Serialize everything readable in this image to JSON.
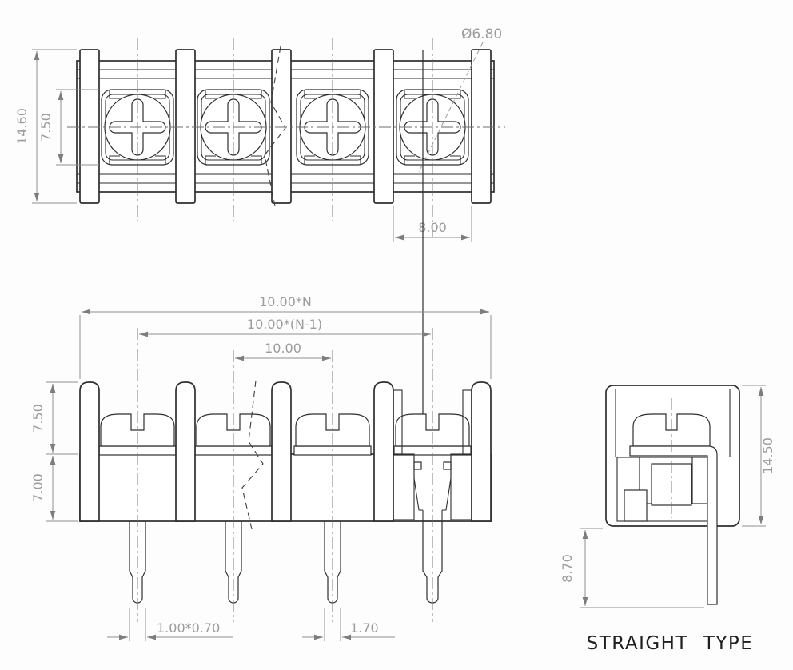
{
  "colors": {
    "background": "#fdfdfd",
    "object_line": "#2e2e2e",
    "dimension_line": "#8f8f8f",
    "dimension_text": "#9c9c9c",
    "caption_text": "#202020"
  },
  "caption": "STRAIGHT TYPE",
  "top_view": {
    "positions": 4,
    "dimensions": {
      "screw_diameter": "Ø6.80",
      "overall_depth": "14.60",
      "screw_opening": "7.50",
      "end_opening_width": "8.00"
    }
  },
  "front_view": {
    "positions": 4,
    "dimensions": {
      "overall_width": "10.00*N",
      "center_span": "10.00*(N-1)",
      "pitch": "10.00",
      "upper_height": "7.50",
      "body_height": "7.00",
      "pin_cross_section": "1.00*0.70",
      "pin_width": "1.70"
    }
  },
  "side_view": {
    "dimensions": {
      "overall_height": "14.50",
      "pin_length": "8.70"
    }
  }
}
